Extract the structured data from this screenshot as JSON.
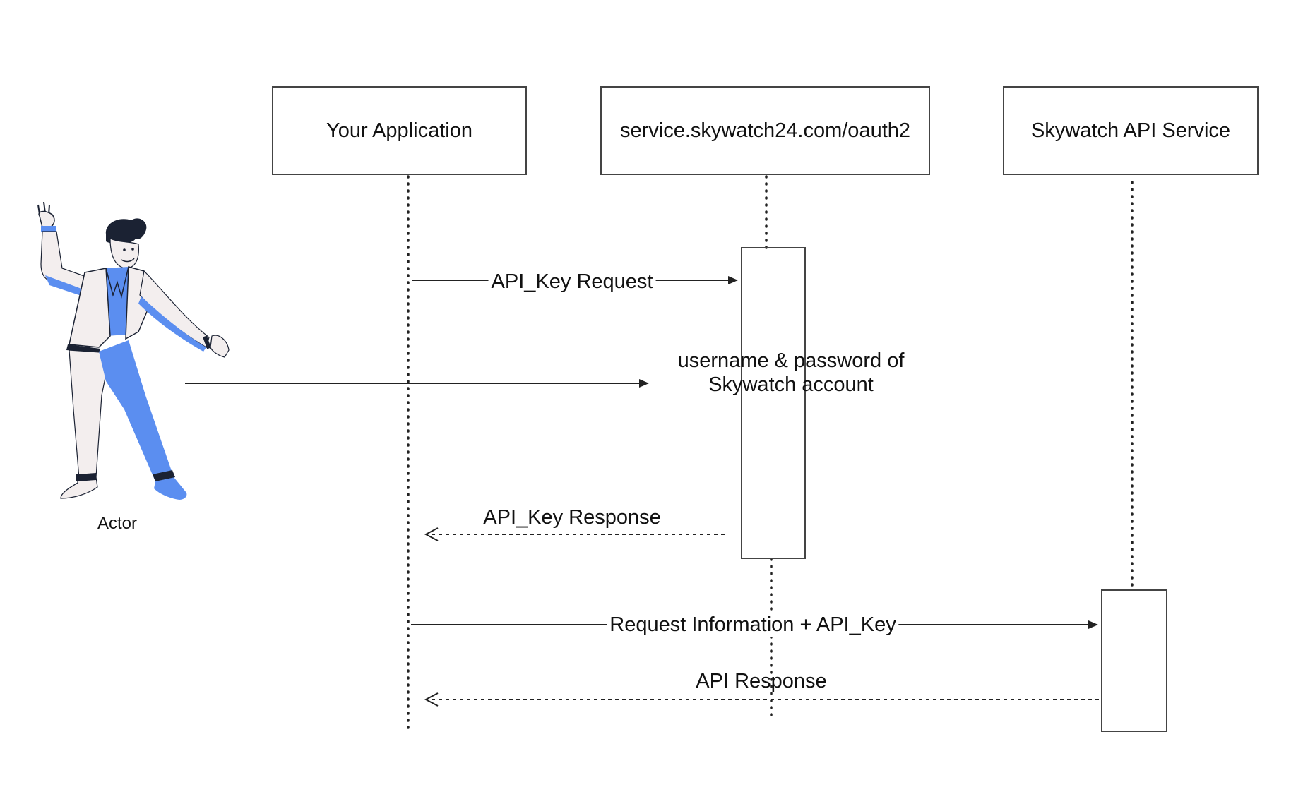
{
  "participants": [
    {
      "id": "app",
      "label": "Your Application"
    },
    {
      "id": "oauth",
      "label": "service.skywatch24.com/oauth2"
    },
    {
      "id": "api",
      "label": "Skywatch API Service"
    }
  ],
  "actor": {
    "label": "Actor",
    "figure": "person-illustration"
  },
  "messages": [
    {
      "label": "API_Key Request",
      "style": "solid"
    },
    {
      "label": "API_Key Response",
      "style": "dashed"
    },
    {
      "label": "Request Information + API_Key",
      "style": "solid"
    },
    {
      "label": "API Response",
      "style": "dashed"
    }
  ],
  "note": {
    "lines": [
      "username & password of",
      "Skywatch account"
    ]
  },
  "colors": {
    "line": "#222222",
    "box_border": "#444444",
    "actor_blue": "#5b8ef0",
    "actor_suit": "#f3eeee",
    "actor_dark": "#1b2233"
  }
}
